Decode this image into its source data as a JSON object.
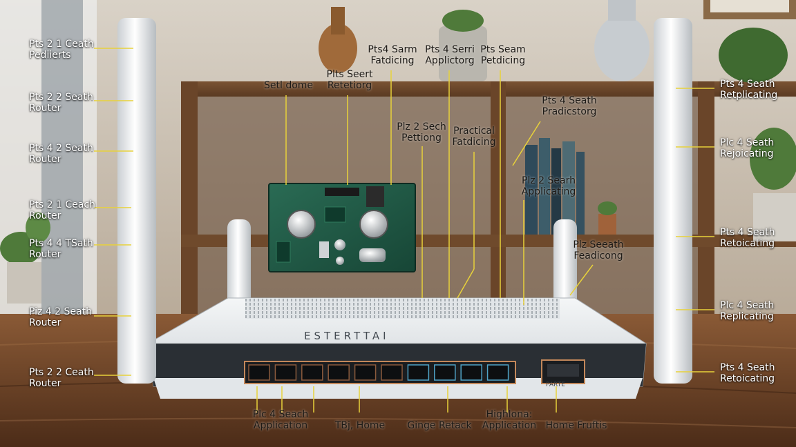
{
  "brand_text": "ESTERTTAI",
  "port_label": "PARTE",
  "colors": {
    "leader_line": "#e8d23a",
    "pcb_green": "#1f5a46",
    "router_white": "#e9ecee",
    "wall": "#d8cfc2",
    "wood": "#6b4226"
  },
  "labels": {
    "left": [
      {
        "line1": "Pts 2 1 Ceath",
        "line2": "Pediierts"
      },
      {
        "line1": "Pts 2 2 Seath",
        "line2": "Router"
      },
      {
        "line1": "Pts 4 2 Seath",
        "line2": "Router"
      },
      {
        "line1": "Pts 2 1 Ceach",
        "line2": "Router"
      },
      {
        "line1": "Pts 4 4 TSath",
        "line2": "Router"
      },
      {
        "line1": "Piz 4 2 Seath",
        "line2": "Router"
      },
      {
        "line1": "Pts 2 2 Ceath",
        "line2": "Router"
      }
    ],
    "right": [
      {
        "line1": "Pts 4 Seath",
        "line2": "Retplicating"
      },
      {
        "line1": "Plc 4 Seath",
        "line2": "Rejoicating"
      },
      {
        "line1": "Pts 4 Seath",
        "line2": "Retoicating"
      },
      {
        "line1": "Plc 4 Seath",
        "line2": "Replicating"
      },
      {
        "line1": "Pts 4 Seath",
        "line2": "Retoicating"
      }
    ],
    "top": [
      {
        "line1": "Setl dome",
        "line2": ""
      },
      {
        "line1": "Plts Seert",
        "line2": "Retetiorg"
      },
      {
        "line1": "Pts4 Sarm",
        "line2": "Fatdicing"
      },
      {
        "line1": "Pts 4 Serri",
        "line2": "Applictorg"
      },
      {
        "line1": "Pts Seam",
        "line2": "Petdicing"
      },
      {
        "line1": "Pts 4 Seath",
        "line2": "Pradicstorg"
      },
      {
        "line1": "Plz 2 Sech",
        "line2": "Pettiong"
      },
      {
        "line1": "Practical",
        "line2": "Fatdicing"
      },
      {
        "line1": "Plz 2 Searh",
        "line2": "Applicating"
      },
      {
        "line1": "Plz Seeath",
        "line2": "Feadicong"
      }
    ],
    "bottom": [
      {
        "line1": "Plc 4 Seach",
        "line2": "Application"
      },
      {
        "line1": "TBj, Home",
        "line2": ""
      },
      {
        "line1": "Ginge Retack",
        "line2": ""
      },
      {
        "line1": "Highlona:",
        "line2": "Application"
      },
      {
        "line1": "Home Fruftis",
        "line2": ""
      }
    ]
  }
}
